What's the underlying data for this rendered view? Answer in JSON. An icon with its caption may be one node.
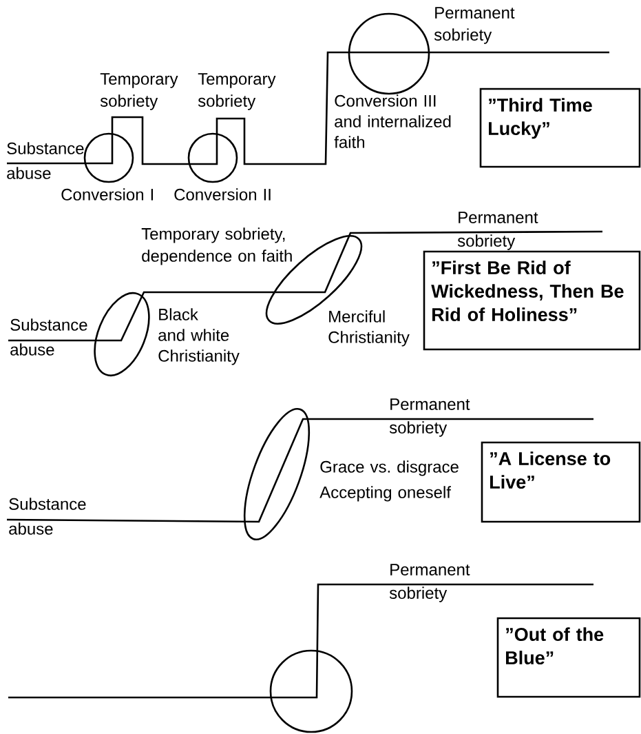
{
  "diagram": {
    "nodes": [
      {
        "text": [],
        "shape": "circle",
        "beside": [
          "Conversion I"
        ]
      },
      {
        "text": [],
        "shape": "circle",
        "beside": [
          "Conversion II"
        ]
      },
      {
        "text": [],
        "shape": "circle",
        "beside": [
          "Conversion III and internalized faith"
        ]
      },
      {
        "text": [
          "”Third Time Lucky”"
        ]
      },
      {
        "text": [],
        "shape": "ellipse",
        "beside": [
          "Black and white Christianity"
        ]
      },
      {
        "text": [],
        "shape": "ellipse",
        "beside": [
          "Merciful Christianity"
        ]
      },
      {
        "text": [
          "”First Be Rid of Wickedness, Then Be Rid of Holiness”"
        ]
      },
      {
        "text": [],
        "shape": "ellipse",
        "beside": [
          "Grace vs. disgrace",
          "Accepting oneself"
        ]
      },
      {
        "text": [
          "”A License to Live”"
        ]
      },
      {
        "text": [],
        "shape": "circle"
      },
      {
        "text": [
          "”Out of the Blue”"
        ]
      }
    ],
    "labels": [
      "Permanent sobriety",
      "Temporary sobriety",
      "Temporary sobriety",
      "Substance abuse",
      "Permanent sobriety",
      "Temporary sobriety, dependence on faith",
      "Substance abuse",
      "Permanent sobriety",
      "Substance abuse",
      "Permanent sobriety"
    ]
  }
}
